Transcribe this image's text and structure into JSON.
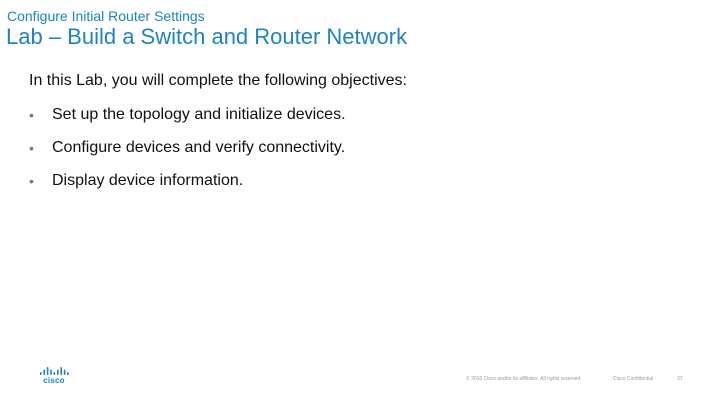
{
  "slide": {
    "subtitle": "Configure Initial Router Settings",
    "title": "Lab – Build a Switch and Router Network",
    "intro": "In this Lab, you will complete the following objectives:",
    "bullet_glyph": "•",
    "objectives": [
      "Set up the topology and initialize devices.",
      "Configure devices and verify connectivity.",
      "Display device information."
    ]
  },
  "footer": {
    "logo_icon": "cisco-logo",
    "logo_text": "cisco",
    "copyright": "© 2016  Cisco and/or its affiliates. All rights reserved.",
    "confidential": "Cisco Confidential",
    "page_number": "37"
  },
  "colors": {
    "accent": "#1b84c3",
    "text": "#111111",
    "bullet": "#7a7a7a",
    "footer_text": "#9a9a9a",
    "background": "#ffffff"
  }
}
